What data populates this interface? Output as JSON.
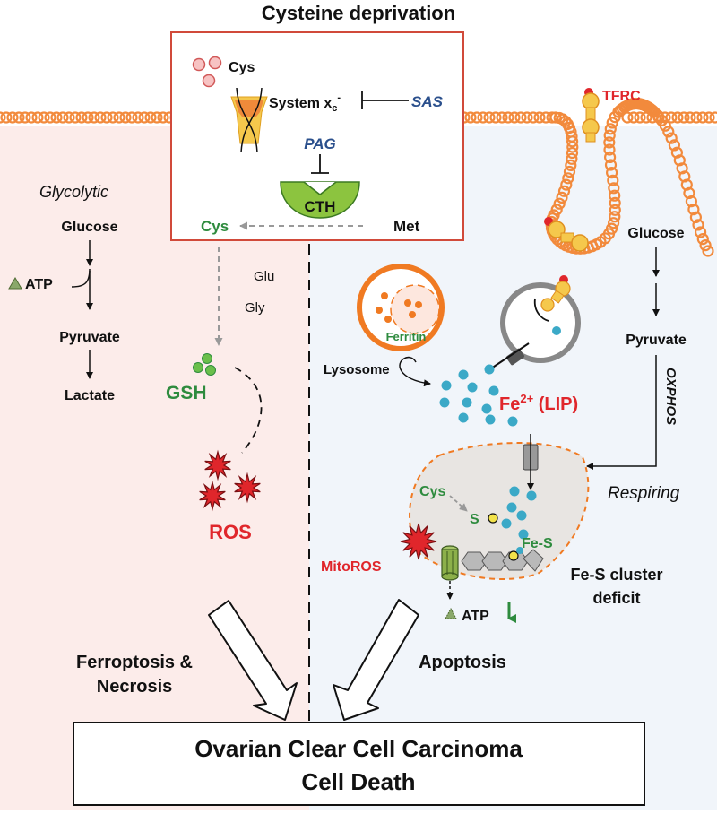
{
  "title": "Cysteine deprivation",
  "colors": {
    "left_panel_bg": "#fcecea",
    "right_panel_bg": "#f1f5fa",
    "membrane": "#f28a3c",
    "green_label": "#2e8b3e",
    "red_label": "#e0262b",
    "blue_label": "#2a4f8c",
    "iron": "#3ba9c7",
    "box_border": "#d14a3a"
  },
  "top_box": {
    "cys": "Cys",
    "system_xc_main": "System x",
    "system_xc_sub": "c",
    "system_xc_sup": "-",
    "sas": "SAS",
    "pag": "PAG",
    "cth": "CTH",
    "cys_product": "Cys",
    "met": "Met"
  },
  "left": {
    "glycolytic": "Glycolytic",
    "glucose": "Glucose",
    "atp": "ATP",
    "pyruvate": "Pyruvate",
    "lactate": "Lactate",
    "glu": "Glu",
    "gly": "Gly",
    "gsh": "GSH",
    "ros": "ROS",
    "outcome_line1": "Ferroptosis &",
    "outcome_line2": "Necrosis"
  },
  "right": {
    "tfrc": "TFRC",
    "ferritin": "Ferritin",
    "lysosome": "Lysosome",
    "fe_main": "Fe",
    "fe_sup": "2+",
    "fe_suffix": " (LIP)",
    "glucose": "Glucose",
    "pyruvate": "Pyruvate",
    "oxphos": "OXPHOS",
    "respiring": "Respiring",
    "cys": "Cys",
    "s": "S",
    "fes": "Fe-S",
    "mitoros": "MitoROS",
    "atp": "ATP",
    "fes_deficit_line1": "Fe-S cluster",
    "fes_deficit_line2": "deficit",
    "outcome": "Apoptosis"
  },
  "bottom_box": {
    "line1": "Ovarian Clear Cell Carcinoma",
    "line2": "Cell Death"
  }
}
